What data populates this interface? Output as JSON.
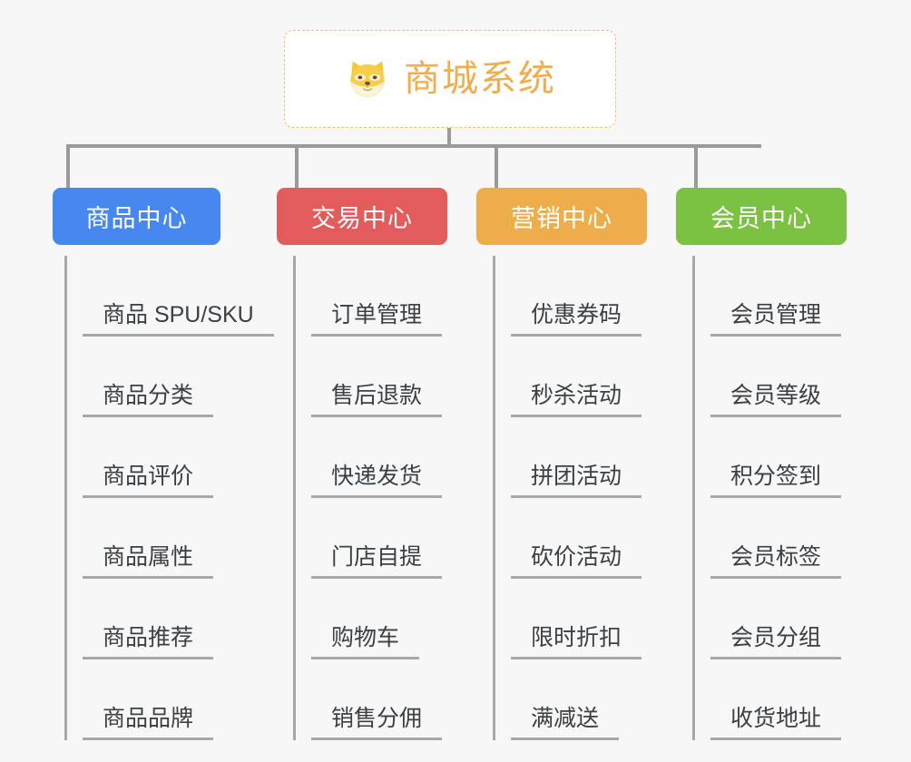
{
  "root": {
    "title": "商城系统",
    "icon": "shiba-dog-face-emoji",
    "border_color": "#f0c070",
    "text_color": "#f0ad4e",
    "background": "#ffffff"
  },
  "canvas": {
    "background": "#f7f7f7",
    "connector_color": "#9a9a9a"
  },
  "branches": [
    {
      "label": "商品中心",
      "color": "#4688f0",
      "text_color": "#ffffff",
      "items": [
        "商品 SPU/SKU",
        "商品分类",
        "商品评价",
        "商品属性",
        "商品推荐",
        "商品品牌"
      ]
    },
    {
      "label": "交易中心",
      "color": "#e35c5c",
      "text_color": "#ffffff",
      "items": [
        "订单管理",
        "售后退款",
        "快递发货",
        "门店自提",
        "购物车",
        "销售分佣"
      ]
    },
    {
      "label": "营销中心",
      "color": "#eead4b",
      "text_color": "#ffffff",
      "items": [
        "优惠券码",
        "秒杀活动",
        "拼团活动",
        "砍价活动",
        "限时折扣",
        "满减送"
      ]
    },
    {
      "label": "会员中心",
      "color": "#7cc242",
      "text_color": "#ffffff",
      "items": [
        "会员管理",
        "会员等级",
        "积分签到",
        "会员标签",
        "会员分组",
        "收货地址"
      ]
    }
  ]
}
